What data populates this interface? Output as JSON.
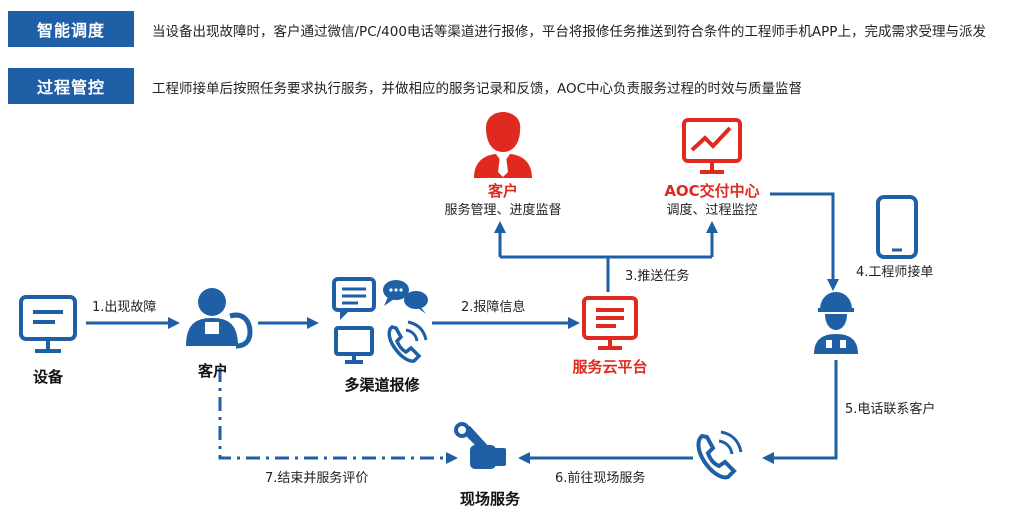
{
  "rows": [
    {
      "tag": "智能调度",
      "text": "当设备出现故障时，客户通过微信/PC/400电话等渠道进行报修，平台将报修任务推送到符合条件的工程师手机APP上，完成需求受理与派发"
    },
    {
      "tag": "过程管控",
      "text": "工程师接单后按照任务要求执行服务，并做相应的服务记录和反馈，AOC中心负责服务过程的时效与质量监督"
    }
  ],
  "nodes": {
    "device": "设备",
    "customer": "客户",
    "channels": "多渠道报修",
    "platform": "服务云平台",
    "top_customer_title": "客户",
    "top_customer_sub": "服务管理、进度监督",
    "aoc_title": "AOC交付中心",
    "aoc_sub": "调度、过程监控",
    "onsite": "现场服务"
  },
  "steps": {
    "s1": "1.出现故障",
    "s2": "2.报障信息",
    "s3": "3.推送任务",
    "s4": "4.工程师接单",
    "s5": "5.电话联系客户",
    "s6": "6.前往现场服务",
    "s7": "7.结束并服务评价"
  },
  "colors": {
    "blue": "#1f5fa6",
    "red": "#e02a20"
  }
}
